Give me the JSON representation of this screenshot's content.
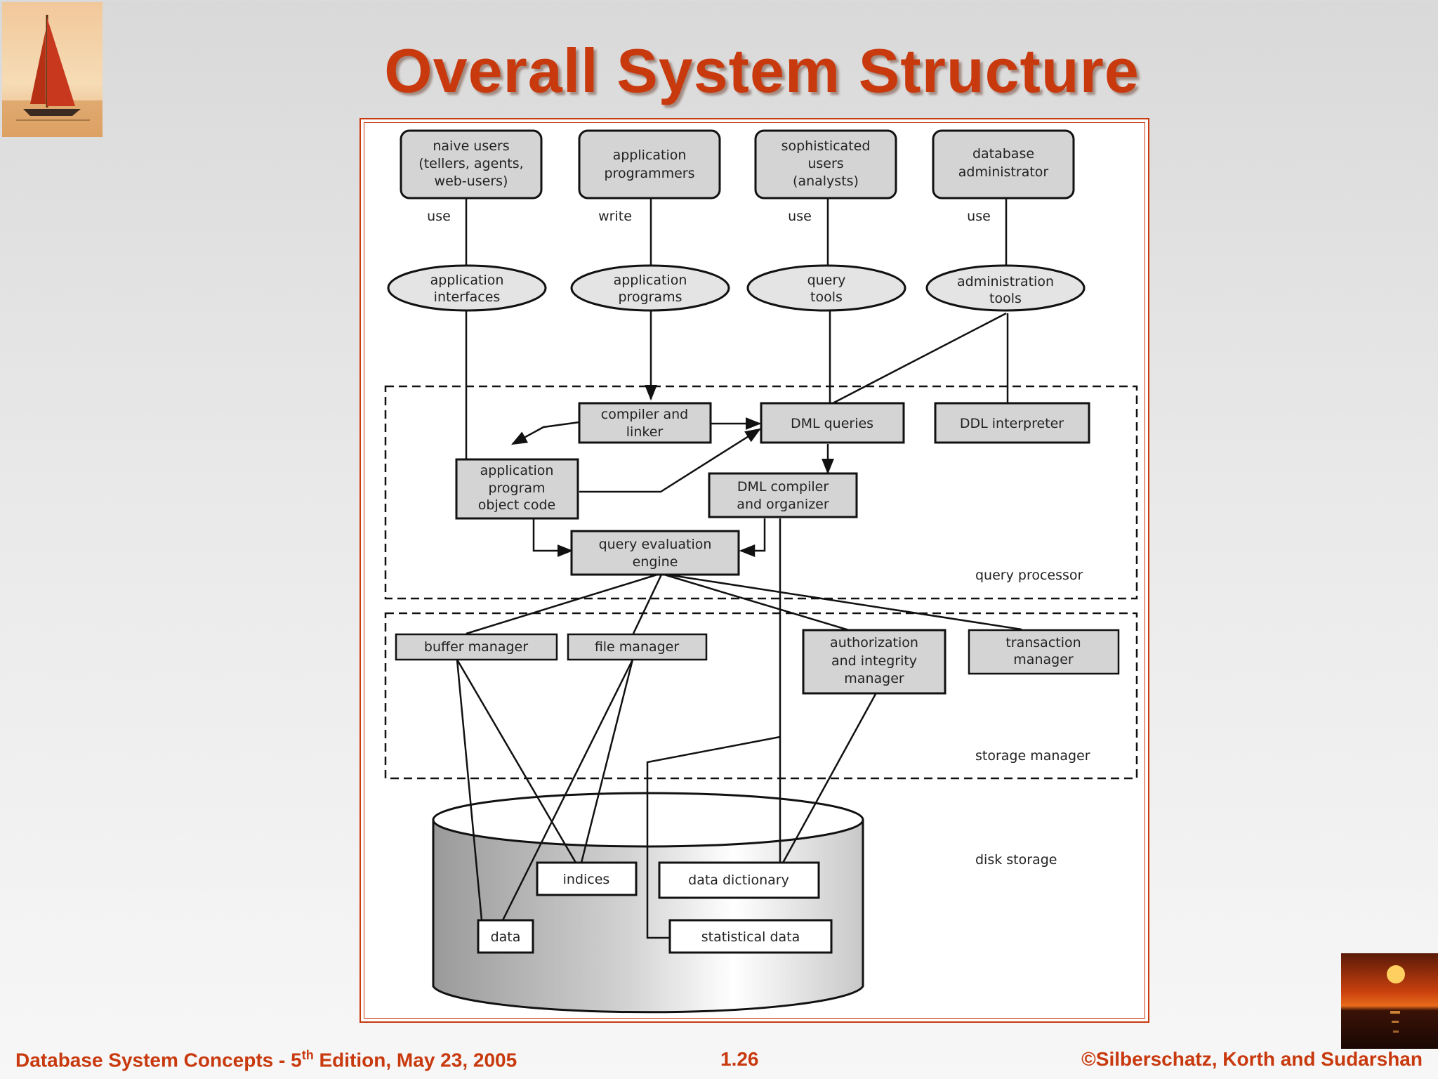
{
  "slide": {
    "title": "Overall System Structure"
  },
  "diagram": {
    "users": [
      {
        "id": "naive",
        "lines": [
          "naive users",
          "(tellers, agents,",
          "web-users)"
        ],
        "relation": "use"
      },
      {
        "id": "appprog",
        "lines": [
          "application",
          "programmers"
        ],
        "relation": "write"
      },
      {
        "id": "soph",
        "lines": [
          "sophisticated",
          "users",
          "(analysts)"
        ],
        "relation": "use"
      },
      {
        "id": "dba",
        "lines": [
          "database",
          "administrator"
        ],
        "relation": "use"
      }
    ],
    "interfaces": [
      {
        "id": "app-interfaces",
        "lines": [
          "application",
          "interfaces"
        ]
      },
      {
        "id": "app-programs",
        "lines": [
          "application",
          "programs"
        ]
      },
      {
        "id": "query-tools",
        "lines": [
          "query",
          "tools"
        ]
      },
      {
        "id": "admin-tools",
        "lines": [
          "administration",
          "tools"
        ]
      }
    ],
    "query_processor": {
      "label": "query processor",
      "compiler_linker": [
        "compiler and",
        "linker"
      ],
      "dml_queries": [
        "DML queries"
      ],
      "ddl_interpreter": [
        "DDL interpreter"
      ],
      "app_object_code": [
        "application",
        "program",
        "object code"
      ],
      "dml_compiler": [
        "DML compiler",
        "and organizer"
      ],
      "query_eval": [
        "query evaluation",
        "engine"
      ]
    },
    "storage_manager": {
      "label": "storage manager",
      "buffer_manager": [
        "buffer manager"
      ],
      "file_manager": [
        "file manager"
      ],
      "auth_integrity": [
        "authorization",
        "and integrity",
        "manager"
      ],
      "transaction": [
        "transaction",
        "manager"
      ]
    },
    "disk_storage": {
      "label": "disk storage",
      "indices": [
        "indices"
      ],
      "data_dictionary": [
        "data dictionary"
      ],
      "data": [
        "data"
      ],
      "statistical_data": [
        "statistical data"
      ]
    }
  },
  "footer": {
    "left_prefix": "Database System Concepts - 5",
    "left_sup": "th",
    "left_suffix": " Edition, May 23,  2005",
    "center": "1.26",
    "right": "©Silberschatz, Korth and Sudarshan"
  }
}
